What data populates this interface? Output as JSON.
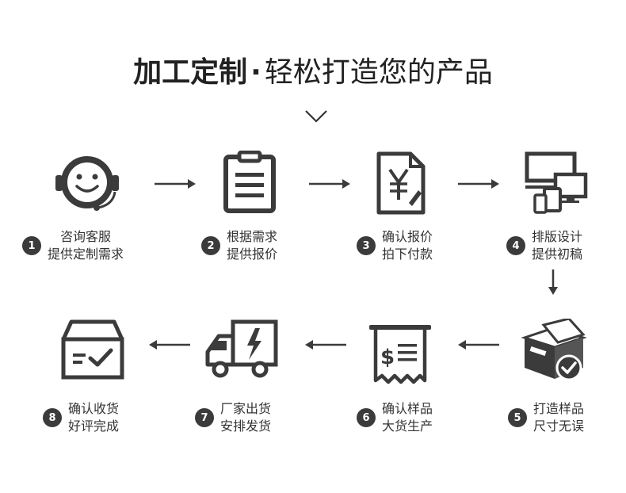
{
  "title": {
    "bold": "加工定制",
    "separator": "·",
    "rest": "轻松打造您的产品"
  },
  "steps": [
    {
      "number": "1",
      "line1": "咨询客服",
      "line2": "提供定制需求",
      "icon": "headset-smiley-icon"
    },
    {
      "number": "2",
      "line1": "根据需求",
      "line2": "提供报价",
      "icon": "clipboard-icon"
    },
    {
      "number": "3",
      "line1": "确认报价",
      "line2": "拍下付款",
      "icon": "yen-document-icon"
    },
    {
      "number": "4",
      "line1": "排版设计",
      "line2": "提供初稿",
      "icon": "devices-icon"
    },
    {
      "number": "5",
      "line1": "打造样品",
      "line2": "尺寸无误",
      "icon": "box-check-icon"
    },
    {
      "number": "6",
      "line1": "确认样品",
      "line2": "大货生产",
      "icon": "receipt-icon"
    },
    {
      "number": "7",
      "line1": "厂家出货",
      "line2": "安排发货",
      "icon": "delivery-truck-icon"
    },
    {
      "number": "8",
      "line1": "确认收货",
      "line2": "好评完成",
      "icon": "delivered-box-icon"
    }
  ],
  "colors": {
    "icon": "#3b3b3b",
    "text": "#333333",
    "badge": "#3b3b3b"
  }
}
